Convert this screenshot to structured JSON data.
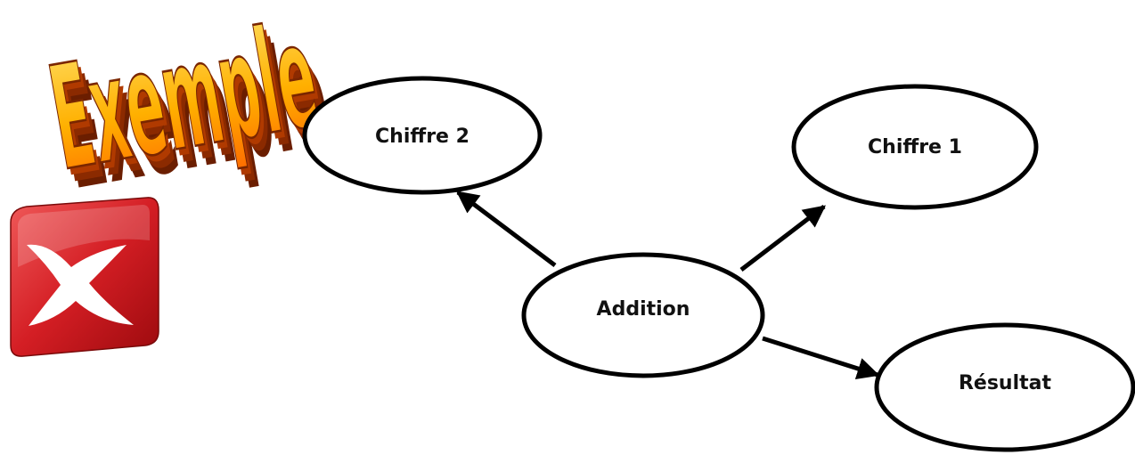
{
  "title_art": {
    "text": "Exemple",
    "colors": {
      "face_top": "#ffe066",
      "face_bottom": "#ff8a00",
      "extrusion": "#8b2a00",
      "outline": "#7a2600"
    }
  },
  "app_logo": {
    "icon": "xmind-x-logo-icon",
    "colors": {
      "tile_top": "#e84040",
      "tile_bottom": "#b10c10",
      "mark": "#ffffff"
    }
  },
  "diagram": {
    "center": {
      "id": "addition",
      "label": "Addition"
    },
    "nodes": [
      {
        "id": "chiffre2",
        "label": "Chiffre 2"
      },
      {
        "id": "chiffre1",
        "label": "Chiffre 1"
      },
      {
        "id": "resultat",
        "label": "Résultat"
      }
    ],
    "edges": [
      {
        "from": "addition",
        "to": "chiffre2"
      },
      {
        "from": "addition",
        "to": "chiffre1"
      },
      {
        "from": "addition",
        "to": "resultat"
      }
    ],
    "colors": {
      "stroke": "#000000",
      "fill": "#ffffff",
      "text": "#111111"
    }
  }
}
